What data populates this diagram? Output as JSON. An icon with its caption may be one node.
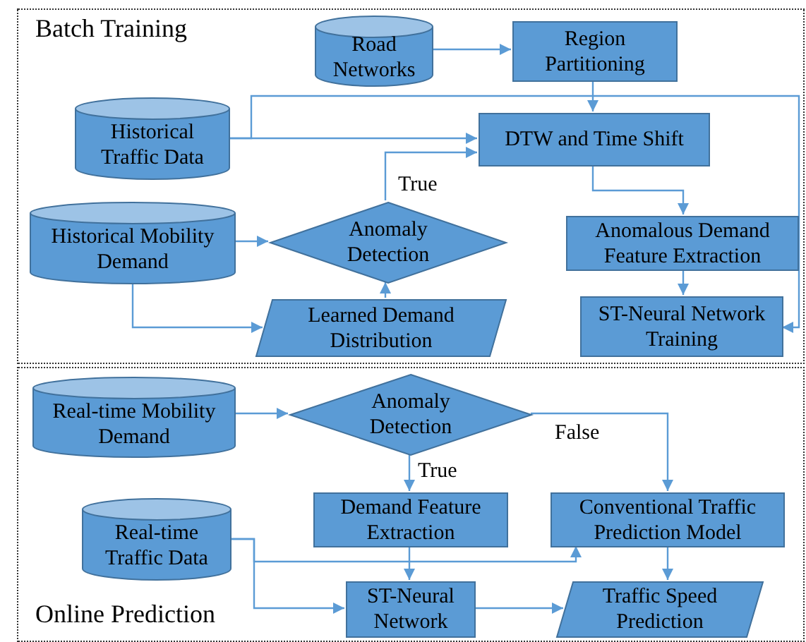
{
  "diagram": {
    "nodes": [
      {
        "text": [
          "Batch Training"
        ]
      },
      {
        "text": [
          "Road Networks"
        ],
        "in": 0
      },
      {
        "text": [
          "Region Partitioning"
        ],
        "in": 0
      },
      {
        "text": [
          "Historical Traffic Data"
        ],
        "in": 0
      },
      {
        "text": [
          "DTW and Time Shift"
        ],
        "in": 0
      },
      {
        "text": [
          "Historical Mobility Demand"
        ],
        "in": 0
      },
      {
        "text": [
          "Anomaly Detection"
        ],
        "in": 0
      },
      {
        "text": [
          "Anomalous Demand Feature Extraction"
        ],
        "in": 0
      },
      {
        "text": [
          "Learned Demand Distribution"
        ],
        "in": 0
      },
      {
        "text": [
          "ST-Neural Network Training"
        ],
        "in": 0
      },
      {
        "text": [
          "Online Prediction"
        ]
      },
      {
        "text": [
          "Real-time Mobility Demand"
        ],
        "in": 10
      },
      {
        "text": [
          "Anomaly Detection"
        ],
        "in": 10
      },
      {
        "text": [
          "Demand Feature Extraction"
        ],
        "in": 10
      },
      {
        "text": [
          "Conventional Traffic Prediction Model"
        ],
        "in": 10
      },
      {
        "text": [
          "Real-time Traffic Data"
        ],
        "in": 10
      },
      {
        "text": [
          "ST-Neural Network"
        ],
        "in": 10
      },
      {
        "text": [
          "Traffic Speed Prediction"
        ],
        "in": 10
      }
    ],
    "edges": [
      {
        "from": 1,
        "to": 2,
        "arrow": "to"
      },
      {
        "from": 2,
        "to": 4,
        "arrow": "to"
      },
      {
        "from": 3,
        "to": 4,
        "arrow": "to"
      },
      {
        "from": 3,
        "to": 9,
        "arrow": "to"
      },
      {
        "from": 6,
        "to": 4,
        "arrow": "to",
        "label": "True"
      },
      {
        "from": 5,
        "to": 6,
        "arrow": "to"
      },
      {
        "from": 5,
        "to": 8,
        "arrow": "to"
      },
      {
        "from": 8,
        "to": 6,
        "arrow": "to"
      },
      {
        "from": 4,
        "to": 7,
        "arrow": "to"
      },
      {
        "from": 7,
        "to": 9,
        "arrow": "to"
      },
      {
        "from": 11,
        "to": 12,
        "arrow": "to"
      },
      {
        "from": 12,
        "to": 13,
        "arrow": "to",
        "label": "True"
      },
      {
        "from": 12,
        "to": 14,
        "arrow": "to",
        "label": "False"
      },
      {
        "from": 15,
        "to": 14,
        "arrow": "to"
      },
      {
        "from": 15,
        "to": 16,
        "arrow": "to"
      },
      {
        "from": 13,
        "to": 16,
        "arrow": "to"
      },
      {
        "from": 14,
        "to": 17,
        "arrow": "to"
      },
      {
        "from": 16,
        "to": 17,
        "arrow": "to"
      }
    ]
  }
}
